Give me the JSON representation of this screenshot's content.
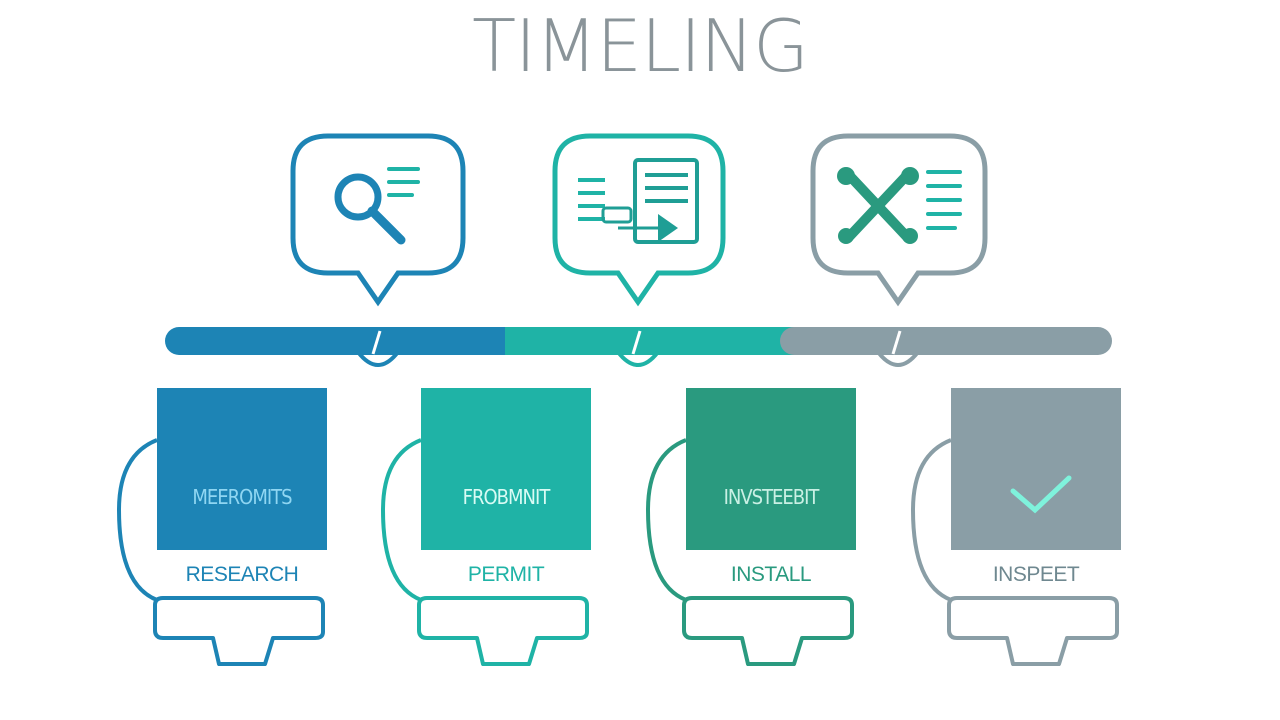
{
  "title": "TIMELING",
  "colors": {
    "blue": "#1d84b5",
    "teal": "#1fb3a6",
    "green": "#2a9a7f",
    "gray": "#8a9ea6",
    "title": "#8a9499"
  },
  "icons": [
    "magnifier-doc-icon",
    "flowchart-doc-icon",
    "tools-doc-icon"
  ],
  "stages": [
    {
      "card_text": "MEEROMITS",
      "label": "RESEARCH",
      "color": "#1d84b5"
    },
    {
      "card_text": "FROBMNIT",
      "label": "PERMIT",
      "color": "#1fb3a6"
    },
    {
      "card_text": "INVSTEEBIT",
      "label": "INSTALL",
      "color": "#2a9a7f"
    },
    {
      "card_text": "",
      "label": "INSPEET",
      "color": "#8a9ea6",
      "icon": "checkmark-icon"
    }
  ]
}
